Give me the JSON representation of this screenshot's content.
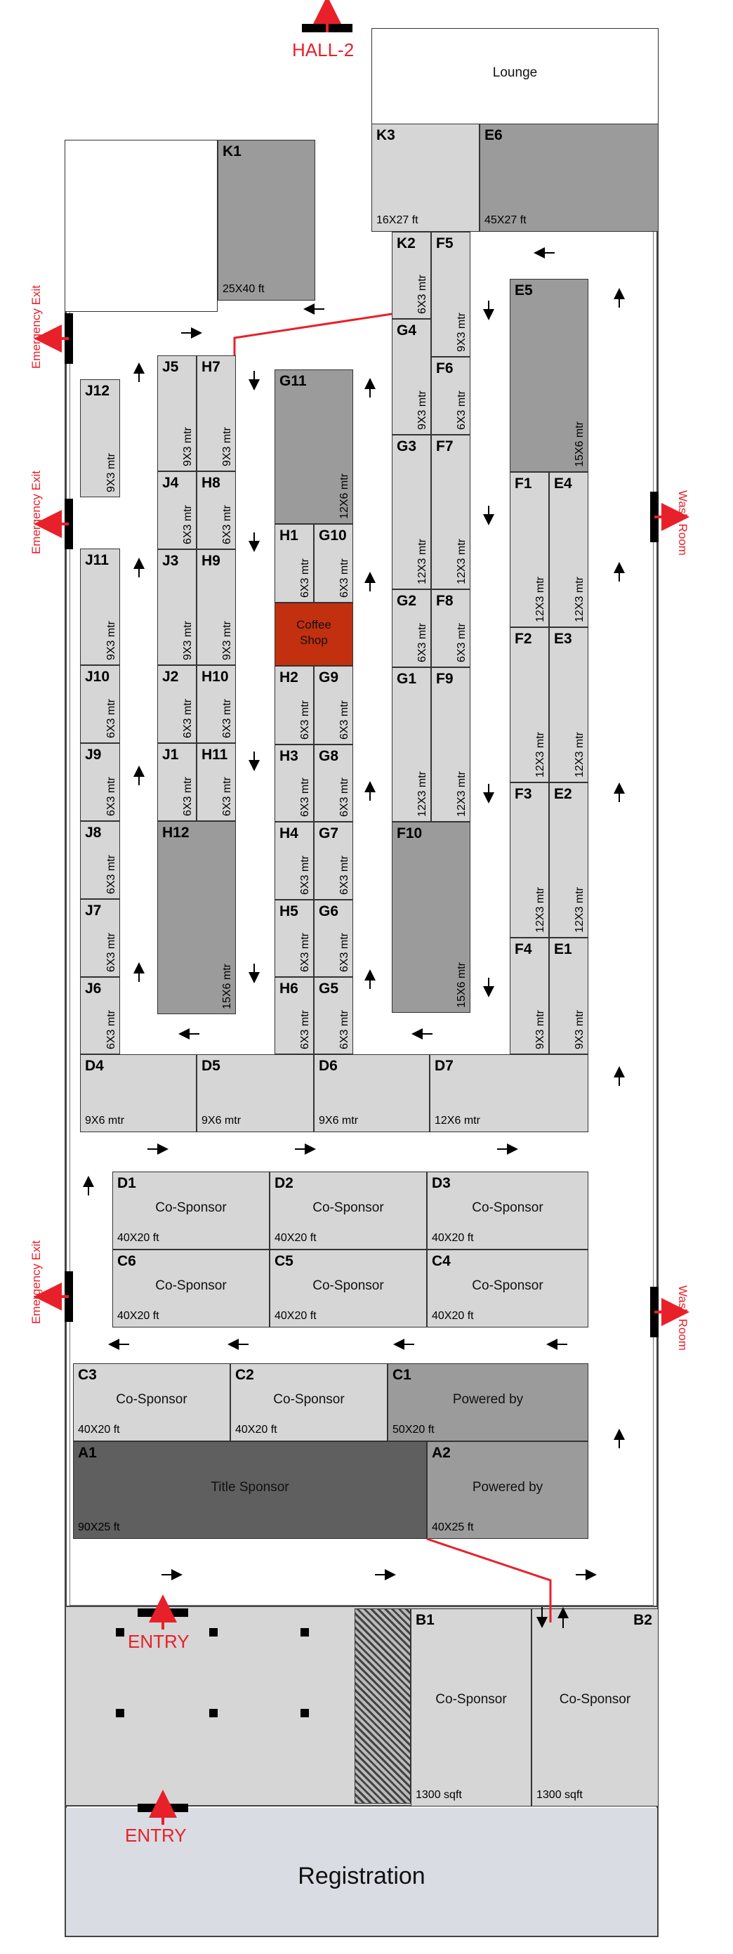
{
  "labels": {
    "hall2": "HALL-2",
    "lounge": "Lounge",
    "emergency_exit": "Emergency Exit",
    "wash_room": "Wash Room",
    "entry": "ENTRY",
    "registration": "Registration",
    "coffee_shop": "Coffee\nShop"
  },
  "booths": {
    "K1": {
      "id": "K1",
      "size": "25X40 ft"
    },
    "K3": {
      "id": "K3",
      "size": "16X27 ft"
    },
    "E6": {
      "id": "E6",
      "size": "45X27 ft"
    },
    "K2": {
      "id": "K2",
      "size": "6X3 mtr"
    },
    "F5": {
      "id": "F5",
      "size": "9X3 mtr"
    },
    "G4": {
      "id": "G4",
      "size": "9X3 mtr"
    },
    "F6": {
      "id": "F6",
      "size": "6X3 mtr"
    },
    "G3": {
      "id": "G3",
      "size": "12X3 mtr"
    },
    "F7": {
      "id": "F7",
      "size": "12X3 mtr"
    },
    "G2": {
      "id": "G2",
      "size": "6X3 mtr"
    },
    "F8": {
      "id": "F8",
      "size": "6X3 mtr"
    },
    "G1": {
      "id": "G1",
      "size": "12X3 mtr"
    },
    "F9": {
      "id": "F9",
      "size": "12X3 mtr"
    },
    "F10": {
      "id": "F10",
      "size": "15X6 mtr"
    },
    "E5": {
      "id": "E5",
      "size": "15X6 mtr"
    },
    "F1": {
      "id": "F1",
      "size": "12X3 mtr"
    },
    "E4": {
      "id": "E4",
      "size": "12X3 mtr"
    },
    "F2": {
      "id": "F2",
      "size": "12X3 mtr"
    },
    "E3": {
      "id": "E3",
      "size": "12X3 mtr"
    },
    "F3": {
      "id": "F3",
      "size": "12X3 mtr"
    },
    "E2": {
      "id": "E2",
      "size": "12X3 mtr"
    },
    "F4": {
      "id": "F4",
      "size": "9X3 mtr"
    },
    "E1": {
      "id": "E1",
      "size": "9X3 mtr"
    },
    "J12": {
      "id": "J12",
      "size": "9X3 mtr"
    },
    "J11": {
      "id": "J11",
      "size": "9X3 mtr"
    },
    "J10": {
      "id": "J10",
      "size": "6X3 mtr"
    },
    "J9": {
      "id": "J9",
      "size": "6X3 mtr"
    },
    "J8": {
      "id": "J8",
      "size": "6X3 mtr"
    },
    "J7": {
      "id": "J7",
      "size": "6X3 mtr"
    },
    "J6": {
      "id": "J6",
      "size": "6X3 mtr"
    },
    "J5": {
      "id": "J5",
      "size": "9X3 mtr"
    },
    "H7": {
      "id": "H7",
      "size": "9X3 mtr"
    },
    "J4": {
      "id": "J4",
      "size": "6X3 mtr"
    },
    "H8": {
      "id": "H8",
      "size": "6X3 mtr"
    },
    "J3": {
      "id": "J3",
      "size": "9X3 mtr"
    },
    "H9": {
      "id": "H9",
      "size": "9X3 mtr"
    },
    "J2": {
      "id": "J2",
      "size": "6X3 mtr"
    },
    "H10": {
      "id": "H10",
      "size": "6X3 mtr"
    },
    "J1": {
      "id": "J1",
      "size": "6X3 mtr"
    },
    "H11": {
      "id": "H11",
      "size": "6X3 mtr"
    },
    "H12": {
      "id": "H12",
      "size": "15X6 mtr"
    },
    "G11": {
      "id": "G11",
      "size": "12X6 mtr"
    },
    "H1": {
      "id": "H1",
      "size": "6X3 mtr"
    },
    "G10": {
      "id": "G10",
      "size": "6X3 mtr"
    },
    "H2": {
      "id": "H2",
      "size": "6X3 mtr"
    },
    "G9": {
      "id": "G9",
      "size": "6X3 mtr"
    },
    "H3": {
      "id": "H3",
      "size": "6X3 mtr"
    },
    "G8": {
      "id": "G8",
      "size": "6X3 mtr"
    },
    "H4": {
      "id": "H4",
      "size": "6X3 mtr"
    },
    "G7": {
      "id": "G7",
      "size": "6X3 mtr"
    },
    "H5": {
      "id": "H5",
      "size": "6X3 mtr"
    },
    "G6": {
      "id": "G6",
      "size": "6X3 mtr"
    },
    "H6": {
      "id": "H6",
      "size": "6X3 mtr"
    },
    "G5": {
      "id": "G5",
      "size": "6X3 mtr"
    },
    "D4": {
      "id": "D4",
      "size": "9X6 mtr"
    },
    "D5": {
      "id": "D5",
      "size": "9X6 mtr"
    },
    "D6": {
      "id": "D6",
      "size": "9X6 mtr"
    },
    "D7": {
      "id": "D7",
      "size": "12X6 mtr"
    },
    "D1": {
      "id": "D1",
      "label": "Co-Sponsor",
      "size": "40X20 ft"
    },
    "D2": {
      "id": "D2",
      "label": "Co-Sponsor",
      "size": "40X20 ft"
    },
    "D3": {
      "id": "D3",
      "label": "Co-Sponsor",
      "size": "40X20 ft"
    },
    "C6": {
      "id": "C6",
      "label": "Co-Sponsor",
      "size": "40X20 ft"
    },
    "C5": {
      "id": "C5",
      "label": "Co-Sponsor",
      "size": "40X20 ft"
    },
    "C4": {
      "id": "C4",
      "label": "Co-Sponsor",
      "size": "40X20 ft"
    },
    "C3": {
      "id": "C3",
      "label": "Co-Sponsor",
      "size": "40X20 ft"
    },
    "C2": {
      "id": "C2",
      "label": "Co-Sponsor",
      "size": "40X20 ft"
    },
    "C1": {
      "id": "C1",
      "label": "Powered by",
      "size": "50X20 ft"
    },
    "A1": {
      "id": "A1",
      "label": "Title Sponsor",
      "size": "90X25 ft"
    },
    "A2": {
      "id": "A2",
      "label": "Powered by",
      "size": "40X25 ft"
    },
    "B1": {
      "id": "B1",
      "label": "Co-Sponsor",
      "size": "1300 sqft"
    },
    "B2": {
      "id": "B2",
      "label": "Co-Sponsor",
      "size": "1300 sqft"
    }
  },
  "colors": {
    "light_booth": "#d6d6d6",
    "medium_booth": "#9b9b9b",
    "dark_booth": "#5f5f5f",
    "coffee_shop": "#c2300f",
    "accent_red": "#e8202a",
    "registration_bg": "#d9dce3"
  }
}
